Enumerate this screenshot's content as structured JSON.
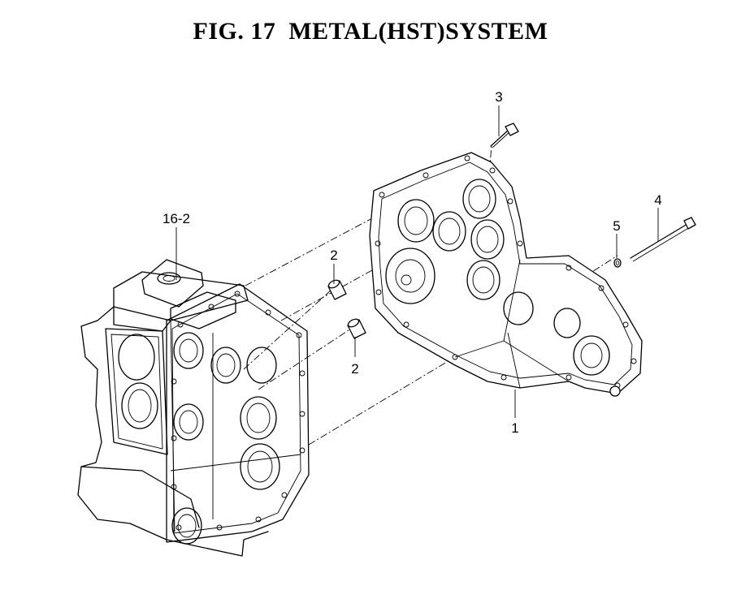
{
  "title": "FIG. 17  METAL(HST)SYSTEM",
  "callouts": {
    "part_1": "1",
    "part_2_upper": "2",
    "part_2_lower": "2",
    "part_3": "3",
    "part_4": "4",
    "part_5": "5",
    "part_16_2": "16-2"
  }
}
